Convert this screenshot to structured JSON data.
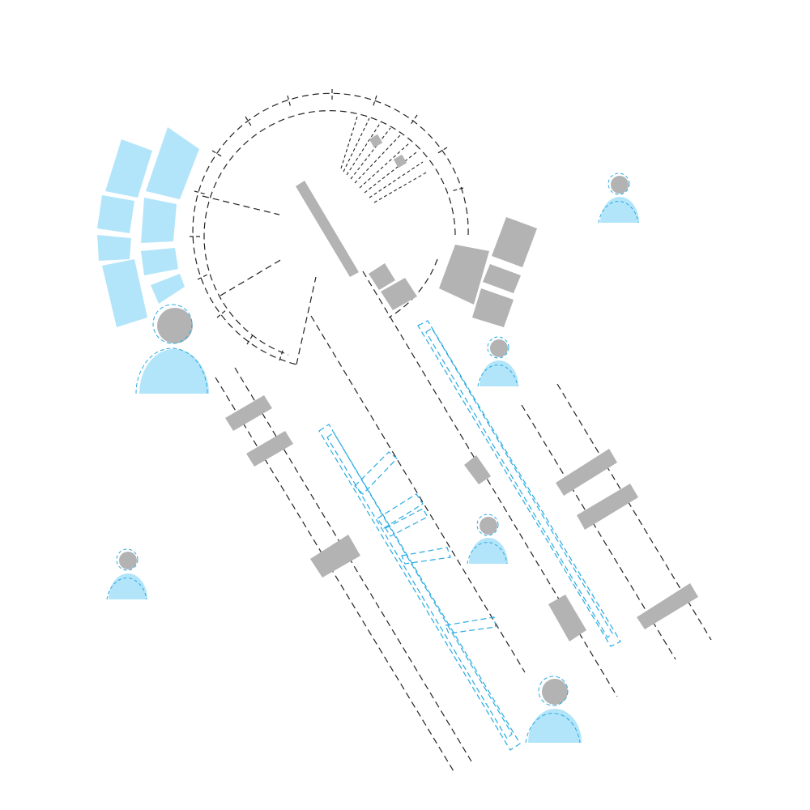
{
  "colors": {
    "background": "#ffffff",
    "block_gray": "#b3b3b3",
    "seating_blue": "#b3e5fa",
    "dash_cyan": "#29abe2",
    "dash_black": "#222222"
  },
  "figures": [
    {
      "name": "person-figure-large-left"
    },
    {
      "name": "person-figure-top-right"
    },
    {
      "name": "person-figure-center-right"
    },
    {
      "name": "person-figure-center"
    },
    {
      "name": "person-figure-left"
    },
    {
      "name": "person-figure-bottom"
    }
  ]
}
